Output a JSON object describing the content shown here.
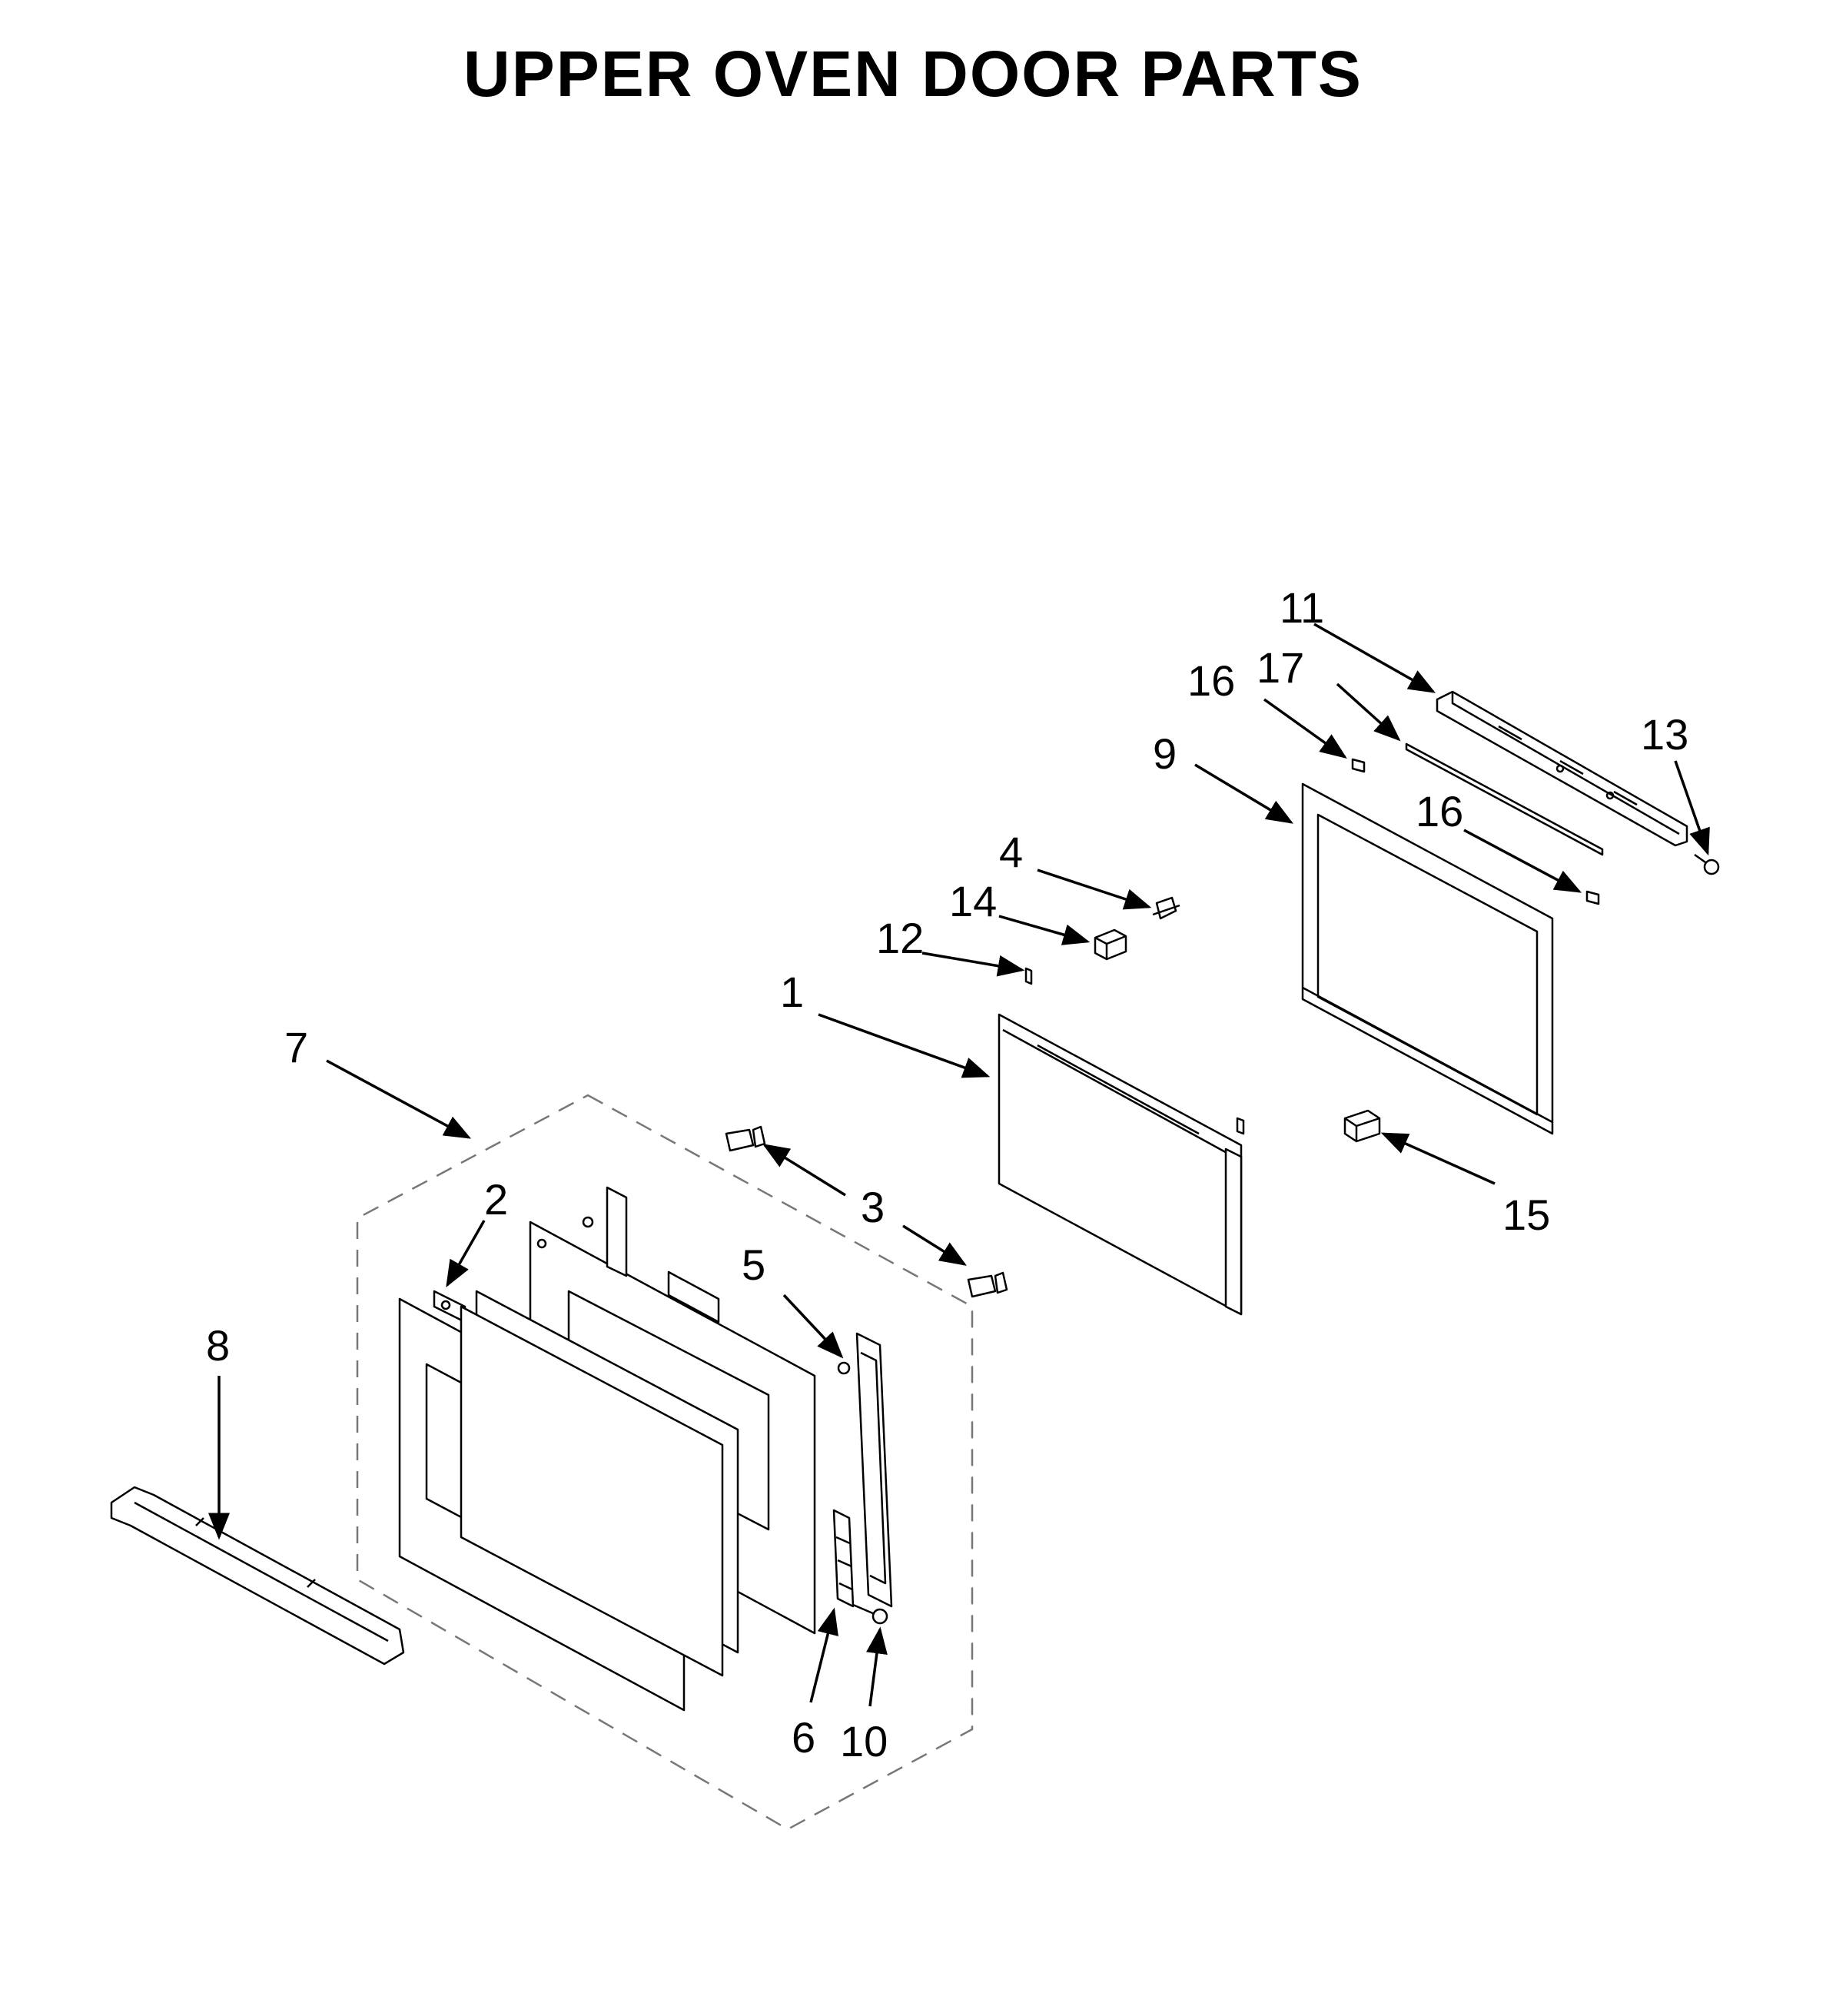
{
  "title": "UPPER OVEN DOOR PARTS",
  "callouts": {
    "c1": "1",
    "c2": "2",
    "c3": "3",
    "c4": "4",
    "c5": "5",
    "c6": "6",
    "c7": "7",
    "c8": "8",
    "c9": "9",
    "c10": "10",
    "c11": "11",
    "c12": "12",
    "c13": "13",
    "c14": "14",
    "c15": "15",
    "c16a": "16",
    "c16b": "16",
    "c17": "17"
  }
}
